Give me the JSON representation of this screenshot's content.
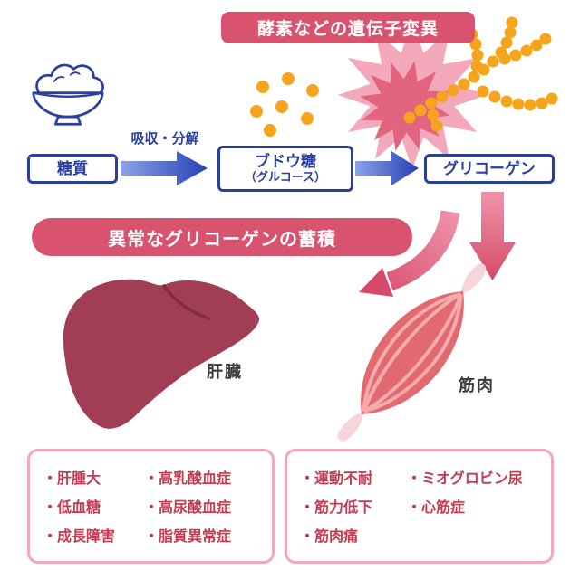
{
  "colors": {
    "banner_pink": "#d9536e",
    "blue": "#2b3f9e",
    "orange": "#f6a41c",
    "star_light": "#f3a9bb",
    "star_dark": "#e2647f",
    "liver": "#a13e56",
    "liver_line": "#7e2d42",
    "muscle": "#e2696f",
    "muscle_stripe": "#f3abad",
    "tendon": "#f6d6da",
    "arrow_pink": "#d95672",
    "symptom_text": "#c43a52",
    "symptom_border": "#f2a8b8",
    "organ_label": "#3b3b3b"
  },
  "top_banner": {
    "label": "酵素などの遺伝子変異"
  },
  "flow": {
    "sugar_label": "糖質",
    "absorb_label": "吸収・分解",
    "glucose_line1": "ブドウ糖",
    "glucose_line2": "（グルコース）",
    "glycogen_label": "グリコーゲン"
  },
  "accumulation_banner": {
    "label": "異常なグリコーゲンの蓄積"
  },
  "organs": {
    "liver_label": "肝臓",
    "muscle_label": "筋肉"
  },
  "bullet": "・",
  "liver_symptoms": {
    "col1": [
      "肝腫大",
      "低血糖",
      "成長障害"
    ],
    "col2": [
      "高乳酸血症",
      "高尿酸血症",
      "脂質異常症"
    ]
  },
  "muscle_symptoms": {
    "col1": [
      "運動不耐",
      "筋力低下",
      "筋肉痛"
    ],
    "col2": [
      "ミオグロビン尿",
      "心筋症"
    ]
  }
}
